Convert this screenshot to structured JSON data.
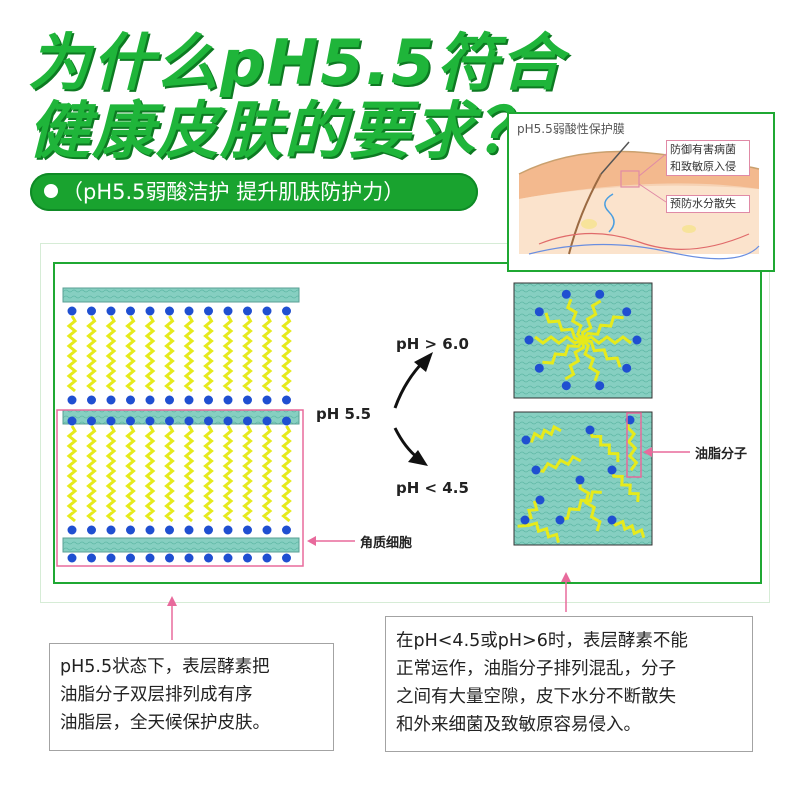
{
  "title": {
    "line1": "为什么pH5.5符合",
    "line2": "健康皮肤的要求？"
  },
  "subtitle": "（pH5.5弱酸洁护  提升肌肤防护力）",
  "inset": {
    "title": "pH5.5弱酸性保护膜",
    "callout1": [
      "防御有害病菌",
      "和致敏原入侵"
    ],
    "callout2": "预防水分散失"
  },
  "diagram": {
    "center_label": "pH 5.5",
    "upper_label": "pH > 6.0",
    "lower_label": "pH < 4.5",
    "cell_label": "角质细胞",
    "lipid_label": "油脂分子"
  },
  "notes": {
    "left": [
      "pH5.5状态下，表层酵素把",
      "油脂分子双层排列成有序",
      "油脂层，全天候保护皮肤。"
    ],
    "right": [
      "在pH<4.5或pH>6时，表层酵素不能",
      "正常运作，油脂分子排列混乱，分子",
      "之间有大量空隙，皮下水分不断散失",
      "和外来细菌及致敏原容易侵入。"
    ]
  },
  "colors": {
    "title_green": "#1fb53a",
    "frame_green": "#1fa833",
    "band_teal": "#8fd1c8",
    "head_blue": "#1f4fd1",
    "tail_yellow": "#e6ea1c",
    "annotation_pink": "#e86a9c"
  }
}
